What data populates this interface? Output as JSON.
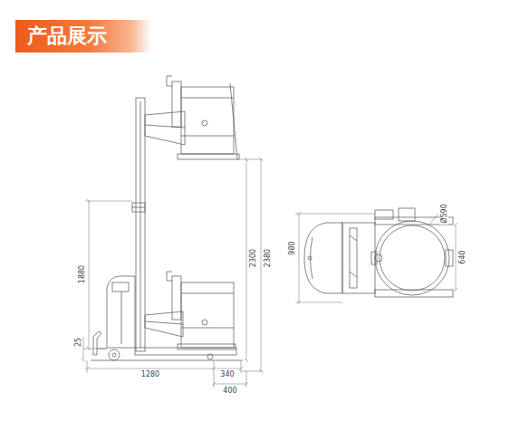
{
  "diagram": {
    "title": "产品展示",
    "labels": [
      "1880",
      "25",
      "2300",
      "2380",
      "1280",
      "340",
      "400",
      "980",
      "640",
      "Ø590"
    ]
  }
}
